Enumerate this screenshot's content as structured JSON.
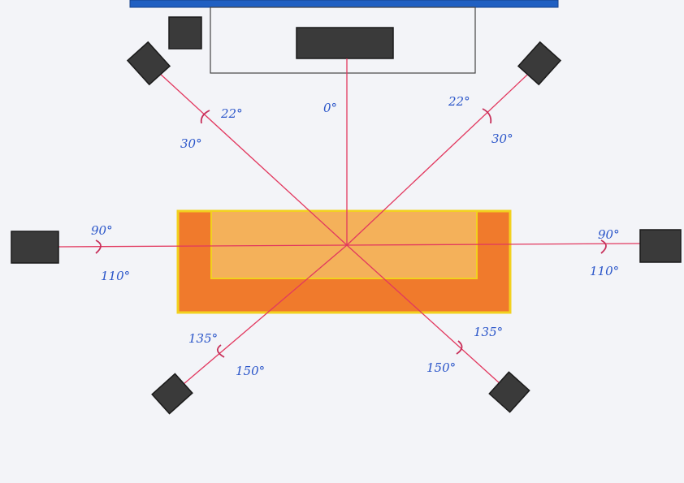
{
  "diagram": {
    "angles": {
      "center": "0°",
      "front_left_inner": "22°",
      "front_left_outer": "30°",
      "front_right_inner": "22°",
      "front_right_outer": "30°",
      "side_left_inner": "90°",
      "side_left_outer": "110°",
      "side_right_inner": "90°",
      "side_right_outer": "110°",
      "rear_left_inner": "135°",
      "rear_left_outer": "150°",
      "rear_right_inner": "135°",
      "rear_right_outer": "150°"
    },
    "colors": {
      "tv_bar": "#1f5fc2",
      "ray": "#e2385f",
      "label": "#2a55c9",
      "sofa_back": "#f07a2c",
      "sofa_seat": "#f4b15a",
      "sofa_outline": "#f2d11f",
      "speaker": "#3a3a3a"
    }
  }
}
